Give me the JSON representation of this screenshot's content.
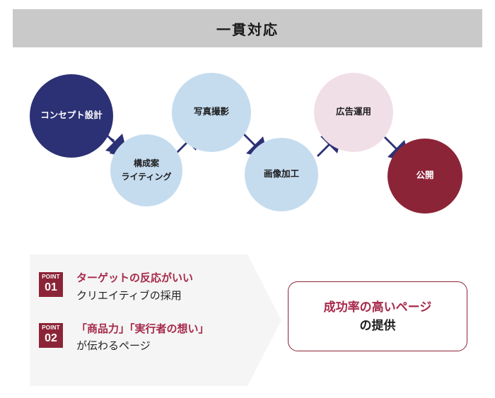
{
  "header": {
    "title": "一貫対応",
    "band_color": "#c9c9c9"
  },
  "flow": {
    "arrow_color": "#2c3175",
    "steps": [
      {
        "id": "step-concept",
        "lines": [
          "コンセプト設計"
        ],
        "fill": "#2c3175",
        "text_color": "#ffffff"
      },
      {
        "id": "step-structure",
        "lines": [
          "構成案",
          "ライティング"
        ],
        "fill": "#c5dcef",
        "text_color": "#1c1c1c"
      },
      {
        "id": "step-photo",
        "lines": [
          "写真撮影"
        ],
        "fill": "#c5dcef",
        "text_color": "#1c1c1c"
      },
      {
        "id": "step-retouch",
        "lines": [
          "画像加工"
        ],
        "fill": "#c5dcef",
        "text_color": "#1c1c1c"
      },
      {
        "id": "step-ads",
        "lines": [
          "広告運用"
        ],
        "fill": "#f1dfe7",
        "text_color": "#1c1c1c"
      },
      {
        "id": "step-publish",
        "lines": [
          "公開"
        ],
        "fill": "#8c2437",
        "text_color": "#ffffff"
      }
    ]
  },
  "points": {
    "panel_color": "#f5f5f5",
    "badge_color": "#8c2437",
    "items": [
      {
        "badge_word": "POINT",
        "badge_number": "01",
        "line1": "ターゲットの反応がいい",
        "line2": "クリエイティブの採用"
      },
      {
        "badge_word": "POINT",
        "badge_number": "02",
        "line1": "「商品力」「実行者の想い」",
        "line2": "が伝わるページ"
      }
    ]
  },
  "result": {
    "line1": "成功率の高いページ",
    "line2": "の提供",
    "accent_color": "#a6294a",
    "border_color": "#8c2437"
  }
}
